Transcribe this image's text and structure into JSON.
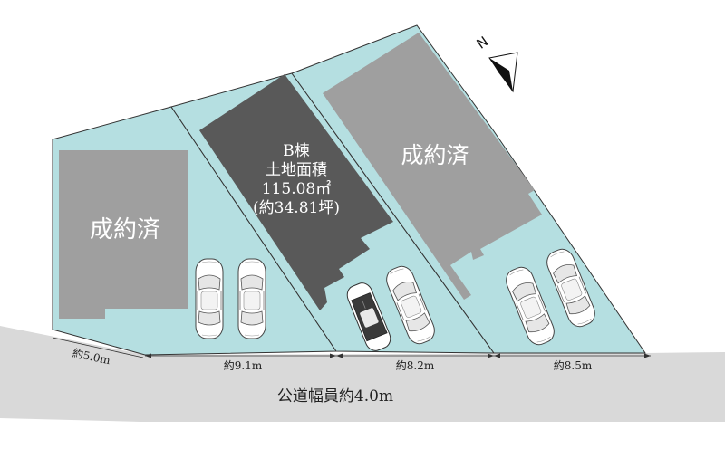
{
  "lot_a": {
    "status": "成約済"
  },
  "lot_b": {
    "title": "B棟",
    "area_label": "土地面積",
    "area_sqm": "115.08㎡",
    "area_tsubo": "(約34.81坪)"
  },
  "lot_c": {
    "status": "成約済"
  },
  "dimensions": {
    "left_setback": "約5.0m",
    "frontage_a": "約9.1m",
    "frontage_b": "約8.2m",
    "frontage_c": "約8.5m"
  },
  "road": {
    "label": "公道幅員約4.0m"
  },
  "compass": {
    "label": "N"
  },
  "colors": {
    "land": "#b5dfe1",
    "building_sold": "#9f9f9f",
    "building_b": "#595959",
    "road": "#d9d9d9",
    "line": "#333333"
  }
}
